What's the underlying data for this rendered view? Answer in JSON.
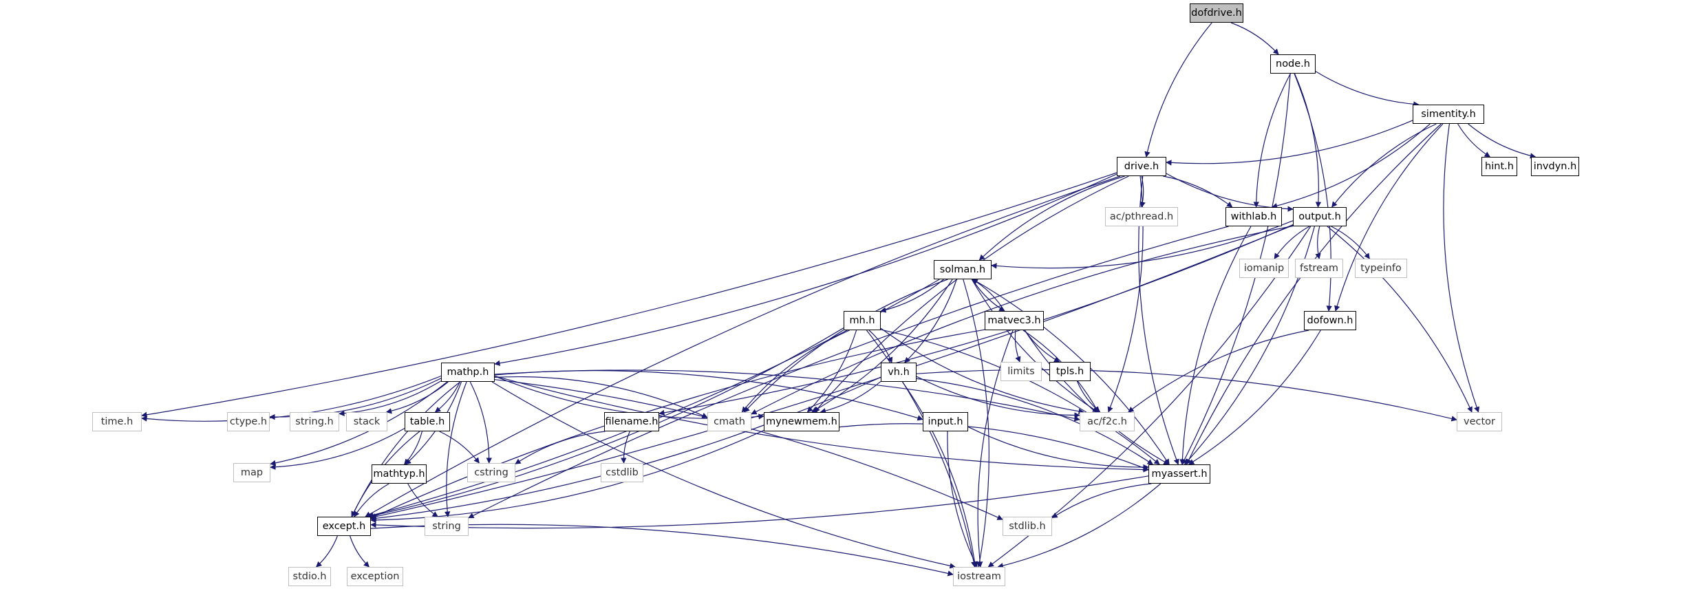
{
  "diagram": {
    "type": "include-dependency-graph",
    "colors": {
      "edge": "#191970",
      "documented_border": "#000000",
      "system_border": "#bfbfbf",
      "root_fill": "#bfbfbf"
    },
    "nodes": [
      {
        "id": "dofdrive",
        "label": "dofdrive.h",
        "kind": "root"
      },
      {
        "id": "node",
        "label": "node.h",
        "kind": "doc"
      },
      {
        "id": "simentity",
        "label": "simentity.h",
        "kind": "doc"
      },
      {
        "id": "drive",
        "label": "drive.h",
        "kind": "doc"
      },
      {
        "id": "hint",
        "label": "hint.h",
        "kind": "doc"
      },
      {
        "id": "invdyn",
        "label": "invdyn.h",
        "kind": "doc"
      },
      {
        "id": "withlab",
        "label": "withlab.h",
        "kind": "doc"
      },
      {
        "id": "output",
        "label": "output.h",
        "kind": "doc"
      },
      {
        "id": "acpthread",
        "label": "ac/pthread.h",
        "kind": "sys"
      },
      {
        "id": "iomanip",
        "label": "iomanip",
        "kind": "sys"
      },
      {
        "id": "fstream",
        "label": "fstream",
        "kind": "sys"
      },
      {
        "id": "typeinfo",
        "label": "typeinfo",
        "kind": "sys"
      },
      {
        "id": "solman",
        "label": "solman.h",
        "kind": "doc"
      },
      {
        "id": "mh",
        "label": "mh.h",
        "kind": "doc"
      },
      {
        "id": "matvec3",
        "label": "matvec3.h",
        "kind": "doc"
      },
      {
        "id": "dofown",
        "label": "dofown.h",
        "kind": "doc"
      },
      {
        "id": "limits",
        "label": "limits",
        "kind": "sys"
      },
      {
        "id": "tpls",
        "label": "tpls.h",
        "kind": "doc"
      },
      {
        "id": "mathp",
        "label": "mathp.h",
        "kind": "doc"
      },
      {
        "id": "vh",
        "label": "vh.h",
        "kind": "doc"
      },
      {
        "id": "timeh",
        "label": "time.h",
        "kind": "sys"
      },
      {
        "id": "ctype",
        "label": "ctype.h",
        "kind": "sys"
      },
      {
        "id": "stringh",
        "label": "string.h",
        "kind": "sys"
      },
      {
        "id": "stack",
        "label": "stack",
        "kind": "sys"
      },
      {
        "id": "table",
        "label": "table.h",
        "kind": "doc"
      },
      {
        "id": "cmath",
        "label": "cmath",
        "kind": "sys"
      },
      {
        "id": "mynewmem",
        "label": "mynewmem.h",
        "kind": "doc"
      },
      {
        "id": "input",
        "label": "input.h",
        "kind": "doc"
      },
      {
        "id": "acf2c",
        "label": "ac/f2c.h",
        "kind": "sys"
      },
      {
        "id": "vector",
        "label": "vector",
        "kind": "sys"
      },
      {
        "id": "filename",
        "label": "filename.h",
        "kind": "doc"
      },
      {
        "id": "map",
        "label": "map",
        "kind": "sys"
      },
      {
        "id": "cstring",
        "label": "cstring",
        "kind": "sys"
      },
      {
        "id": "cstdlib",
        "label": "cstdlib",
        "kind": "sys"
      },
      {
        "id": "myassert",
        "label": "myassert.h",
        "kind": "doc"
      },
      {
        "id": "mathtyp",
        "label": "mathtyp.h",
        "kind": "doc"
      },
      {
        "id": "except",
        "label": "except.h",
        "kind": "doc"
      },
      {
        "id": "string",
        "label": "string",
        "kind": "sys"
      },
      {
        "id": "stdlibh",
        "label": "stdlib.h",
        "kind": "sys"
      },
      {
        "id": "stdioh",
        "label": "stdio.h",
        "kind": "sys"
      },
      {
        "id": "exception",
        "label": "exception",
        "kind": "sys"
      },
      {
        "id": "iostream",
        "label": "iostream",
        "kind": "sys"
      }
    ],
    "edges": [
      [
        "dofdrive",
        "node"
      ],
      [
        "dofdrive",
        "drive"
      ],
      [
        "node",
        "simentity"
      ],
      [
        "node",
        "withlab"
      ],
      [
        "node",
        "output"
      ],
      [
        "node",
        "dofown"
      ],
      [
        "node",
        "myassert"
      ],
      [
        "simentity",
        "drive"
      ],
      [
        "simentity",
        "hint"
      ],
      [
        "simentity",
        "invdyn"
      ],
      [
        "simentity",
        "withlab"
      ],
      [
        "simentity",
        "output"
      ],
      [
        "simentity",
        "dofown"
      ],
      [
        "simentity",
        "vector"
      ],
      [
        "simentity",
        "myassert"
      ],
      [
        "drive",
        "withlab"
      ],
      [
        "drive",
        "output"
      ],
      [
        "drive",
        "acpthread"
      ],
      [
        "drive",
        "solman"
      ],
      [
        "drive",
        "mathp"
      ],
      [
        "drive",
        "timeh"
      ],
      [
        "drive",
        "mynewmem"
      ],
      [
        "drive",
        "acf2c"
      ],
      [
        "drive",
        "myassert"
      ],
      [
        "drive",
        "except"
      ],
      [
        "withlab",
        "string"
      ],
      [
        "withlab",
        "myassert"
      ],
      [
        "output",
        "iomanip"
      ],
      [
        "output",
        "fstream"
      ],
      [
        "output",
        "typeinfo"
      ],
      [
        "output",
        "solman"
      ],
      [
        "output",
        "filename"
      ],
      [
        "output",
        "vector"
      ],
      [
        "output",
        "iostream"
      ],
      [
        "output",
        "myassert"
      ],
      [
        "output",
        "except"
      ],
      [
        "output",
        "cmath"
      ],
      [
        "solman",
        "mh"
      ],
      [
        "solman",
        "matvec3"
      ],
      [
        "solman",
        "vh"
      ],
      [
        "solman",
        "mynewmem"
      ],
      [
        "solman",
        "acf2c"
      ],
      [
        "solman",
        "myassert"
      ],
      [
        "solman",
        "iostream"
      ],
      [
        "solman",
        "except"
      ],
      [
        "solman",
        "cmath"
      ],
      [
        "matvec3",
        "solman"
      ],
      [
        "matvec3",
        "limits"
      ],
      [
        "matvec3",
        "tpls"
      ],
      [
        "matvec3",
        "acf2c"
      ],
      [
        "matvec3",
        "myassert"
      ],
      [
        "matvec3",
        "iostream"
      ],
      [
        "matvec3",
        "except"
      ],
      [
        "mh",
        "vh"
      ],
      [
        "mh",
        "mynewmem"
      ],
      [
        "mh",
        "acf2c"
      ],
      [
        "mh",
        "myassert"
      ],
      [
        "mh",
        "cmath"
      ],
      [
        "mh",
        "iostream"
      ],
      [
        "mh",
        "except"
      ],
      [
        "dofown",
        "acf2c"
      ],
      [
        "dofown",
        "myassert"
      ],
      [
        "tpls",
        "acf2c"
      ],
      [
        "vh",
        "mynewmem"
      ],
      [
        "vh",
        "acf2c"
      ],
      [
        "vh",
        "myassert"
      ],
      [
        "vh",
        "vector"
      ],
      [
        "vh",
        "iostream"
      ],
      [
        "vh",
        "except"
      ],
      [
        "mathp",
        "timeh"
      ],
      [
        "mathp",
        "ctype"
      ],
      [
        "mathp",
        "stringh"
      ],
      [
        "mathp",
        "stack"
      ],
      [
        "mathp",
        "table"
      ],
      [
        "mathp",
        "cmath"
      ],
      [
        "mathp",
        "mynewmem"
      ],
      [
        "mathp",
        "input"
      ],
      [
        "mathp",
        "acf2c"
      ],
      [
        "mathp",
        "map"
      ],
      [
        "mathp",
        "cstring"
      ],
      [
        "mathp",
        "mathtyp"
      ],
      [
        "mathp",
        "except"
      ],
      [
        "mathp",
        "string"
      ],
      [
        "mathp",
        "stdlibh"
      ],
      [
        "mathp",
        "iostream"
      ],
      [
        "mathp",
        "myassert"
      ],
      [
        "table",
        "map"
      ],
      [
        "table",
        "cstring"
      ],
      [
        "table",
        "mathtyp"
      ],
      [
        "table",
        "except"
      ],
      [
        "mynewmem",
        "myassert"
      ],
      [
        "mynewmem",
        "except"
      ],
      [
        "input",
        "myassert"
      ],
      [
        "input",
        "iostream"
      ],
      [
        "filename",
        "cstring"
      ],
      [
        "filename",
        "cstdlib"
      ],
      [
        "mathtyp",
        "except"
      ],
      [
        "mathtyp",
        "string"
      ],
      [
        "myassert",
        "except"
      ],
      [
        "myassert",
        "stdlibh"
      ],
      [
        "myassert",
        "iostream"
      ],
      [
        "except",
        "stdioh"
      ],
      [
        "except",
        "exception"
      ],
      [
        "except",
        "iostream"
      ]
    ]
  }
}
